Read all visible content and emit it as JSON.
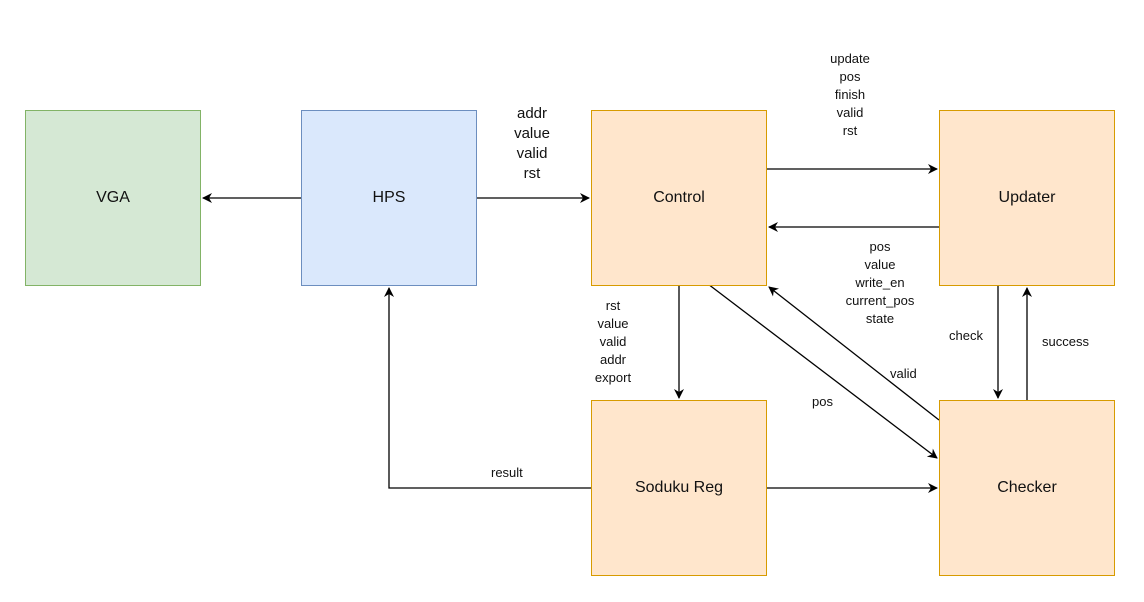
{
  "blocks": {
    "vga": "VGA",
    "hps": "HPS",
    "control": "Control",
    "updater": "Updater",
    "soduku_reg": "Soduku Reg",
    "checker": "Checker"
  },
  "edges": {
    "hps_to_control": [
      "addr",
      "value",
      "valid",
      "rst"
    ],
    "control_to_updater": [
      "update",
      "pos",
      "finish",
      "valid",
      "rst"
    ],
    "updater_to_control": [
      "pos",
      "value",
      "write_en",
      "current_pos",
      "state"
    ],
    "control_to_soduku_reg": [
      "rst",
      "value",
      "valid",
      "addr",
      "export"
    ],
    "soduku_reg_to_hps": "result",
    "updater_to_checker": "check",
    "checker_to_updater": "success",
    "checker_to_control": "valid",
    "control_to_checker": "pos"
  },
  "colors": {
    "vga_fill": "#d5e8d4",
    "vga_border": "#82b366",
    "hps_fill": "#dae8fc",
    "hps_border": "#6c8ebf",
    "orange_fill": "#ffe6cc",
    "orange_border": "#d79b00",
    "edge": "#000000"
  }
}
